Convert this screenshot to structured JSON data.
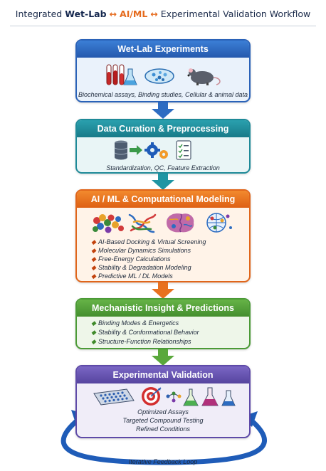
{
  "title": {
    "part1": "Integrated",
    "part2": "Wet-Lab",
    "part3": "AI/ML",
    "part4": "Experimental Validation Workflow",
    "arrow": "↔"
  },
  "stages": [
    {
      "title": "Wet-Lab Experiments",
      "caption": "Biochemical assays, Binding studies, Cellular & animal data",
      "color": "#2a62b8"
    },
    {
      "title": "Data Curation & Preprocessing",
      "caption": "Standardization, QC, Feature Extraction",
      "color": "#1e8a98"
    },
    {
      "title": "AI / ML & Computational Modeling",
      "bullet_glyph": "◆",
      "bullets": [
        "AI-Based Docking & Virtual Screening",
        "Molecular Dynamics Simulations",
        "Free-Energy Calculations",
        "Stability & Degradation Modeling",
        "Predictive ML / DL Models"
      ],
      "color": "#e0651a"
    },
    {
      "title": "Mechanistic Insight & Predictions",
      "bullet_glyph": "◆",
      "bullets": [
        "Binding Modes & Energetics",
        "Stability & Conformational Behavior",
        "Structure-Function Relationships"
      ],
      "color": "#4b9a36"
    },
    {
      "title": "Experimental Validation",
      "lines": [
        "Optimized Assays",
        "Targeted Compound Testing",
        "Refined Conditions"
      ],
      "color": "#5e4aa8"
    }
  ],
  "feedback_label": "Iterative Feedback Loop"
}
